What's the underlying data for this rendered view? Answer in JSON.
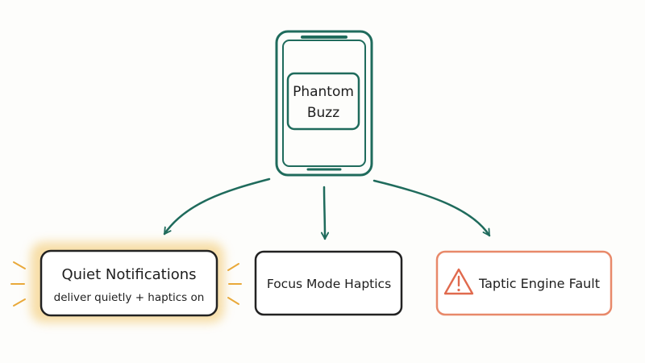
{
  "phone": {
    "label_line1": "Phantom",
    "label_line2": "Buzz"
  },
  "outcomes": [
    {
      "title": "Quiet Notifications",
      "subtitle": "deliver quietly + haptics on",
      "highlighted": true
    },
    {
      "title": "Focus Mode Haptics"
    },
    {
      "title": "Taptic Engine Fault",
      "icon": "warning-icon"
    }
  ],
  "colors": {
    "phone_stroke": "#1f6b5c",
    "arrow_stroke": "#1f6b5c",
    "box_stroke": "#222222",
    "highlight_glow": "#f2c462",
    "ray": "#e9a93a",
    "fault_stroke": "#e8896a",
    "warning_stroke": "#e06a4e",
    "text": "#1e1e1e"
  }
}
